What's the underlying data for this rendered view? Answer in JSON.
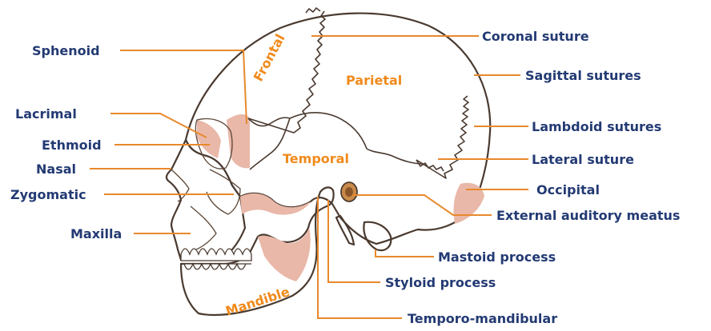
{
  "labels_left": {
    "sphenoid": "Sphenoid",
    "lacrimal": "Lacrimal",
    "ethmoid": "Ethmoid",
    "nasal": "Nasal",
    "zygomatic": "Zygomatic",
    "maxilla": "Maxilla"
  },
  "labels_right": {
    "coronal_suture": "Coronal suture",
    "sagittal_sutures": "Sagittal sutures",
    "lambdoid_sutures": "Lambdoid sutures",
    "lateral_suture": "Lateral suture",
    "occipital": "Occipital",
    "external_auditory_meatus": "External auditory meatus",
    "mastoid_process": "Mastoid process",
    "styloid_process": "Styloid process",
    "temporo_mandibular": "Temporo-mandibular"
  },
  "bone_names": {
    "frontal": "Frontal",
    "parietal": "Parietal",
    "temporal": "Temporal",
    "mandible": "Mandible"
  },
  "colors": {
    "bone_fill": "#fbe3c6",
    "shade_fill": "#e9b8a9",
    "label_text": "#233a73",
    "bone_text": "#f08a1c",
    "leader_line": "#e8892c"
  }
}
